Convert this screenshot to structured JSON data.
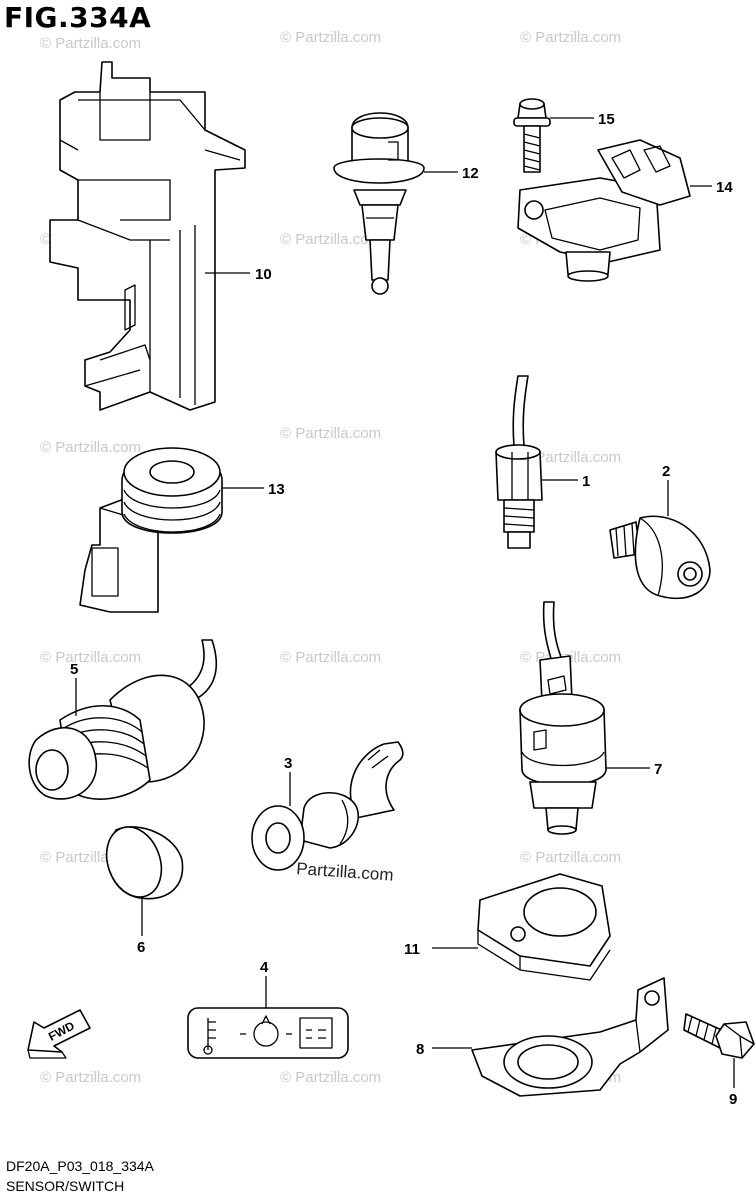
{
  "figure": {
    "title": "FIG.334A",
    "code": "DF20A_P03_018_334A",
    "caption": "SENSOR/SWITCH"
  },
  "watermark": {
    "text": "© Partzilla.com",
    "overlay_text": "Partzilla.com"
  },
  "direction_arrow": {
    "label": "FWD"
  },
  "callouts": {
    "p1": "1",
    "p2": "2",
    "p3": "3",
    "p4": "4",
    "p5": "5",
    "p6": "6",
    "p7": "7",
    "p8": "8",
    "p9": "9",
    "p10": "10",
    "p11": "11",
    "p12": "12",
    "p13": "13",
    "p14": "14",
    "p15": "15"
  },
  "colors": {
    "line": "#000000",
    "watermark": "#c9c9c9",
    "background": "#ffffff"
  }
}
